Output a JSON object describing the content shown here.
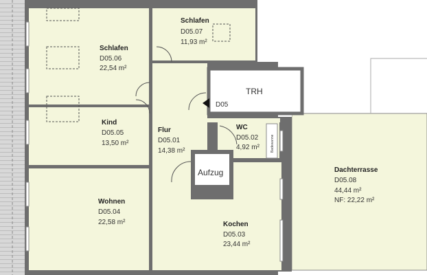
{
  "colors": {
    "room_fill": "#f4f6dc",
    "wall": "#6e6e6e",
    "terrace_fill": "#f4f6dc"
  },
  "rooms": [
    {
      "name": "Schlafen",
      "id": "D05.06",
      "area": "22,54 m²"
    },
    {
      "name": "Schlafen",
      "id": "D05.07",
      "area": "11,93 m²"
    },
    {
      "name": "Kind",
      "id": "D05.05",
      "area": "13,50 m²"
    },
    {
      "name": "Flur",
      "id": "D05.01",
      "area": "14,38 m²"
    },
    {
      "name": "WC",
      "id": "D05.02",
      "area": "4,92 m²"
    },
    {
      "name": "Wohnen",
      "id": "D05.04",
      "area": "22,58 m²"
    },
    {
      "name": "Kochen",
      "id": "D05.03",
      "area": "23,44 m²"
    },
    {
      "name": "Dachterrasse",
      "id": "D05.08",
      "area": "44,44 m²",
      "nf": "NF: 22,22 m²"
    }
  ],
  "trh": "TRH",
  "entrance": "D05",
  "elevator": "Aufzug",
  "bathtub": "Badewanne"
}
